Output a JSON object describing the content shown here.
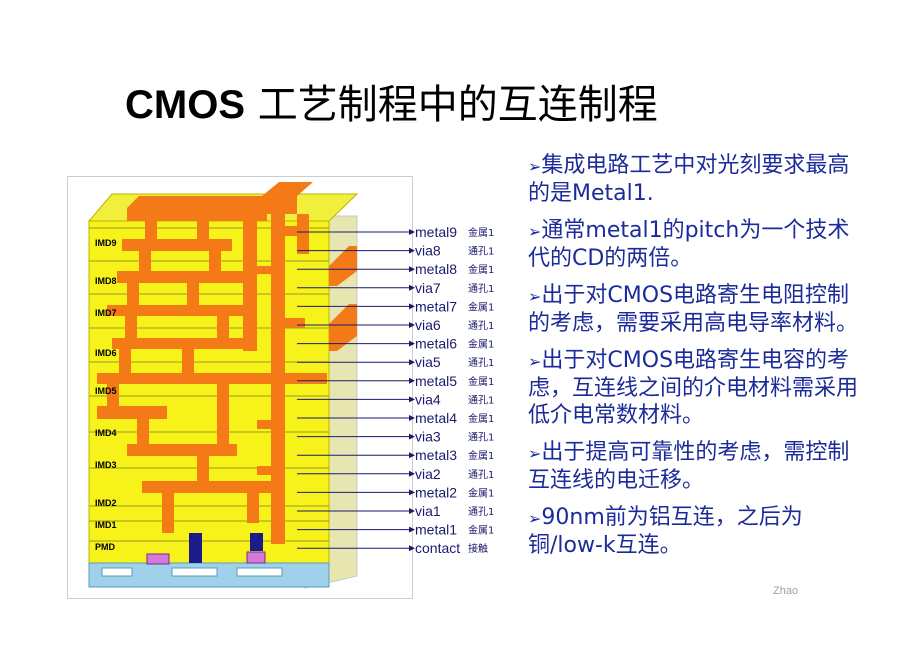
{
  "title": {
    "latin": "CMOS",
    "rest": " 工艺制程中的互连制程"
  },
  "figure": {
    "imd_labels": [
      "IMD9",
      "IMD8",
      "IMD7",
      "IMD6",
      "IMD5",
      "IMD4",
      "IMD3",
      "IMD2",
      "IMD1",
      "PMD"
    ],
    "layer_labels": [
      {
        "en": "metal9",
        "cn": "金属1"
      },
      {
        "en": "via8",
        "cn": "通孔1"
      },
      {
        "en": "metal8",
        "cn": "金属1"
      },
      {
        "en": "via7",
        "cn": "通孔1"
      },
      {
        "en": "metal7",
        "cn": "金属1"
      },
      {
        "en": "via6",
        "cn": "通孔1"
      },
      {
        "en": "metal6",
        "cn": "金属1"
      },
      {
        "en": "via5",
        "cn": "通孔1"
      },
      {
        "en": "metal5",
        "cn": "金属1"
      },
      {
        "en": "via4",
        "cn": "通孔1"
      },
      {
        "en": "metal4",
        "cn": "金属1"
      },
      {
        "en": "via3",
        "cn": "通孔1"
      },
      {
        "en": "metal3",
        "cn": "金属1"
      },
      {
        "en": "via2",
        "cn": "通孔1"
      },
      {
        "en": "metal2",
        "cn": "金属1"
      },
      {
        "en": "via1",
        "cn": "通孔1"
      },
      {
        "en": "metal1",
        "cn": "金属1"
      },
      {
        "en": "contact",
        "cn": "接触"
      }
    ]
  },
  "bullets": [
    {
      "arrow": "➢",
      "text": "集成电路工艺中对光刻要求最高的是Metal1."
    },
    {
      "arrow": "➢",
      "text": "通常metal1的pitch为一个技术代的CD的两倍。"
    },
    {
      "arrow": "➢",
      "text": "出于对CMOS电路寄生电阻控制的考虑，需要采用高电导率材料。"
    },
    {
      "arrow": "➢",
      "text": "出于对CMOS电路寄生电容的考虑，互连线之间的介电材料需采用低介电常数材料。"
    },
    {
      "arrow": "➢",
      "text": "出于提高可靠性的考虑，需控制互连线的电迁移。"
    },
    {
      "arrow": "➢",
      "text": "90nm前为铝互连，之后为铜/low-k互连。"
    }
  ],
  "footer": "Zhao",
  "colors": {
    "ild": "#f6f21a",
    "metal": "#f47a18",
    "text": "#1b2b9a",
    "substrate": "#9fd2ea"
  }
}
